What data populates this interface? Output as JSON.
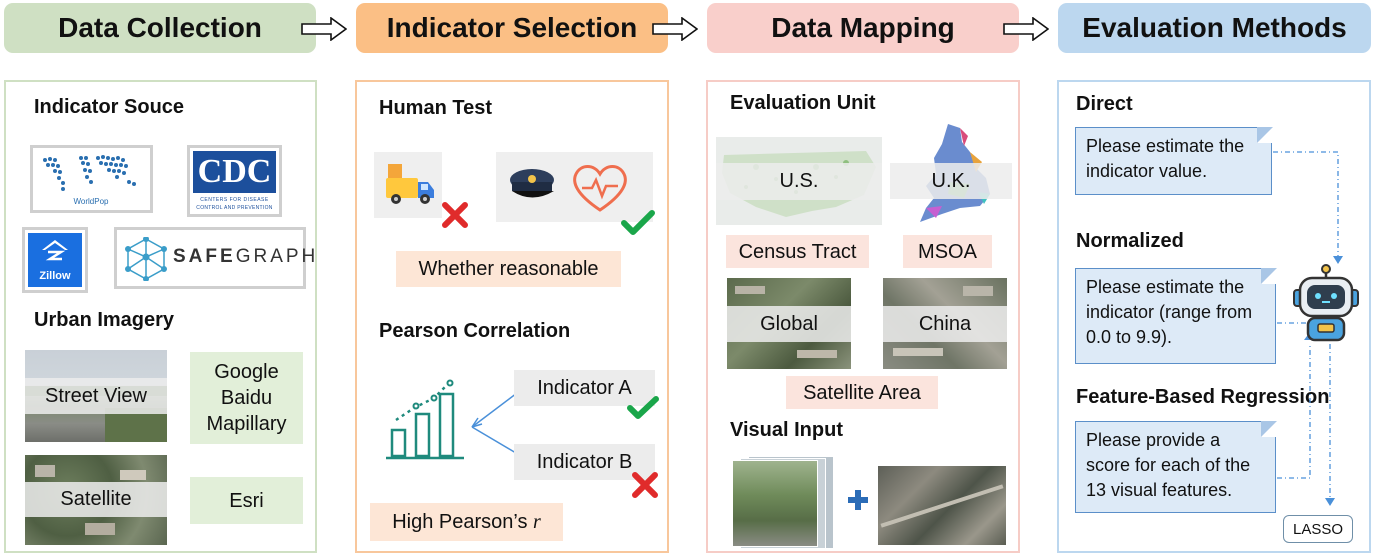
{
  "headers": {
    "data_collection": "Data Collection",
    "indicator_selection": "Indicator Selection",
    "data_mapping": "Data Mapping",
    "evaluation_methods": "Evaluation Methods"
  },
  "data_collection": {
    "indicator_source_title": "Indicator Souce",
    "logos": {
      "worldpop": "WorldPop",
      "cdc": "CDC",
      "cdc_sub1": "CENTERS FOR DISEASE",
      "cdc_sub2": "CONTROL AND PREVENTION",
      "zillow": "Zillow",
      "safegraph_bold": "SAFE",
      "safegraph_light": "GRAPH"
    },
    "urban_imagery_title": "Urban Imagery",
    "street_view": "Street View",
    "street_sources": [
      "Google",
      "Baidu",
      "Mapillary"
    ],
    "satellite": "Satellite",
    "satellite_source": "Esri"
  },
  "indicator_selection": {
    "human_test_title": "Human Test",
    "whether_reasonable": "Whether reasonable",
    "pearson_title": "Pearson Correlation",
    "indicator_a": "Indicator A",
    "indicator_b": "Indicator B",
    "high_pearson": "High Pearson’s",
    "pearson_symbol": "r"
  },
  "data_mapping": {
    "evaluation_unit_title": "Evaluation Unit",
    "us": "U.S.",
    "uk": "U.K.",
    "census_tract": "Census Tract",
    "msoa": "MSOA",
    "global": "Global",
    "china": "China",
    "satellite_area": "Satellite Area",
    "visual_input_title": "Visual Input"
  },
  "evaluation_methods": {
    "direct_title": "Direct",
    "direct_prompt": [
      "Please estimate the",
      "indicator value."
    ],
    "normalized_title": "Normalized",
    "normalized_prompt": [
      "Please estimate the",
      "indicator (range from",
      "0.0 to 9.9)."
    ],
    "feature_title": "Feature-Based Regression",
    "feature_prompt": [
      "Please provide a",
      "score for each of the",
      "13 visual features."
    ],
    "lasso": "LASSO"
  },
  "colors": {
    "data_collection": "#cfe0c3",
    "indicator_selection": "#fbbf85",
    "data_mapping": "#f9cfcb",
    "evaluation_methods": "#bcd7ef",
    "check": "#1aa64a",
    "cross": "#e02b2b",
    "teal": "#1f8a7d",
    "note_blue": "#ddeaf7"
  }
}
